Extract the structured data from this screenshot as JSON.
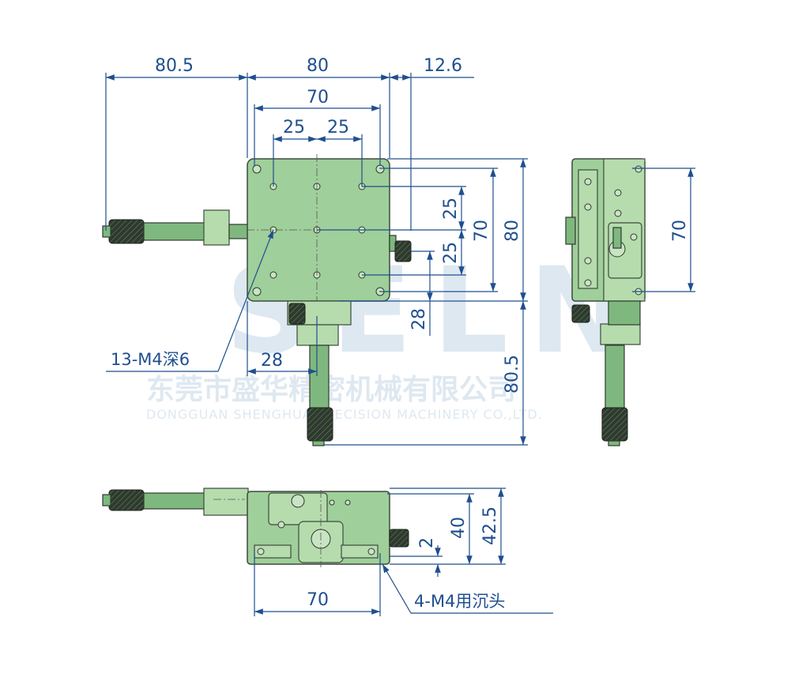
{
  "dimensions": {
    "top_left": "80.5",
    "top_body": "80",
    "top_offset": "12.6",
    "top_holes": "70",
    "top_pitch_left": "25",
    "top_pitch_right": "25",
    "right_pitch_upper": "25",
    "right_pitch_lower": "25",
    "right_holes": "70",
    "right_body": "80",
    "offset_28_vertical": "28",
    "offset_28_horizontal": "28",
    "bottom_micrometer": "80.5",
    "side_height": "70",
    "front_2": "2",
    "front_40": "40",
    "front_42_5": "42.5",
    "front_70": "70"
  },
  "notes": {
    "tapped_holes": "13-M4深6",
    "counterbore": "4-M4用沉头"
  },
  "watermark": {
    "logo": "SELN",
    "company_cn": "东莞市盛华精密机械有限公司",
    "company_en": "DONGGUAN SHENGHUA PRECISION MACHINERY CO.,LTD."
  },
  "colors": {
    "dimension": "#1f4f8f",
    "stage_green": "#9fcf9a",
    "knurl": "#2e3a2e"
  }
}
